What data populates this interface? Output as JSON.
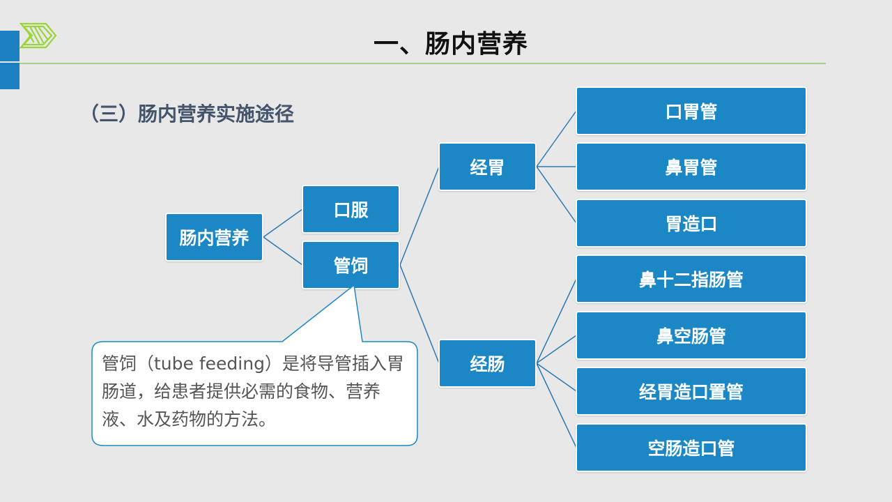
{
  "header": {
    "title": "一、肠内营养",
    "subtitle": "（三）肠内营养实施途径"
  },
  "diagram": {
    "root": "肠内营养",
    "level1": [
      "口服",
      "管饲"
    ],
    "level2": [
      "经胃",
      "经肠"
    ],
    "gastric_routes": [
      "口胃管",
      "鼻胃管",
      "胃造口"
    ],
    "intestinal_routes": [
      "鼻十二指肠管",
      "鼻空肠管",
      "经胃造口置管",
      "空肠造口管"
    ]
  },
  "callout": {
    "text": "管饲（tube feeding）是将导管插入胃肠道，给患者提供必需的食物、营养液、水及药物的方法。"
  },
  "colors": {
    "node_fill": "#1b87c4",
    "connector": "#2a78b4",
    "title_rule": "#a8d08d",
    "accent_bar": "#1b7fc0",
    "background": "#e8e8e8"
  }
}
